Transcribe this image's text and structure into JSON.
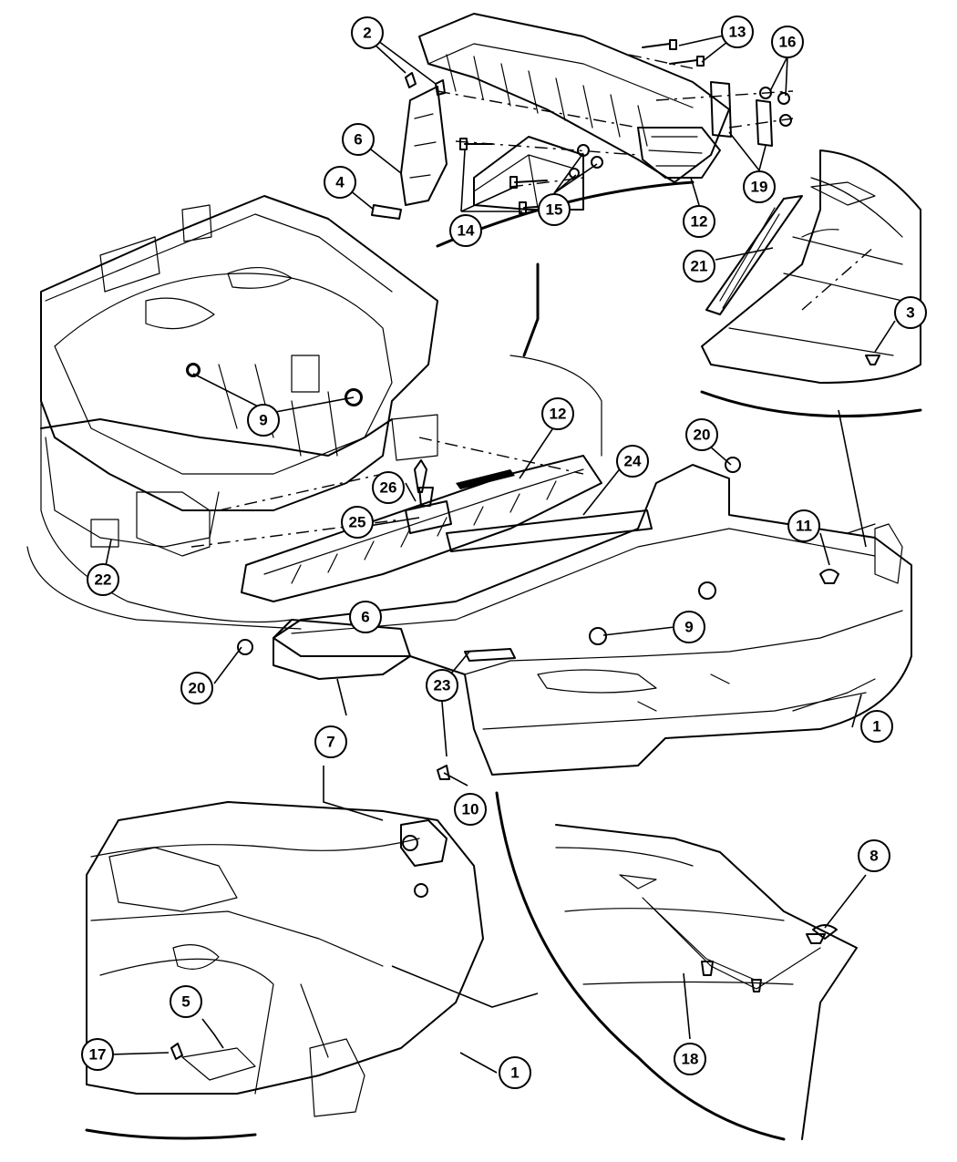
{
  "callouts": [
    {
      "id": "c1",
      "label": "1"
    },
    {
      "id": "c1b",
      "label": "1"
    },
    {
      "id": "c2",
      "label": "2"
    },
    {
      "id": "c3",
      "label": "3"
    },
    {
      "id": "c4",
      "label": "4"
    },
    {
      "id": "c5",
      "label": "5"
    },
    {
      "id": "c6",
      "label": "6"
    },
    {
      "id": "c6b",
      "label": "6"
    },
    {
      "id": "c7",
      "label": "7"
    },
    {
      "id": "c8",
      "label": "8"
    },
    {
      "id": "c9",
      "label": "9"
    },
    {
      "id": "c9b",
      "label": "9"
    },
    {
      "id": "c10",
      "label": "10"
    },
    {
      "id": "c11",
      "label": "11"
    },
    {
      "id": "c12",
      "label": "12"
    },
    {
      "id": "c12b",
      "label": "12"
    },
    {
      "id": "c13",
      "label": "13"
    },
    {
      "id": "c14",
      "label": "14"
    },
    {
      "id": "c15",
      "label": "15"
    },
    {
      "id": "c16",
      "label": "16"
    },
    {
      "id": "c17",
      "label": "17"
    },
    {
      "id": "c18",
      "label": "18"
    },
    {
      "id": "c19",
      "label": "19"
    },
    {
      "id": "c20",
      "label": "20"
    },
    {
      "id": "c20b",
      "label": "20"
    },
    {
      "id": "c21",
      "label": "21"
    },
    {
      "id": "c22",
      "label": "22"
    },
    {
      "id": "c23",
      "label": "23"
    },
    {
      "id": "c24",
      "label": "24"
    },
    {
      "id": "c25",
      "label": "25"
    },
    {
      "id": "c26",
      "label": "26"
    }
  ]
}
